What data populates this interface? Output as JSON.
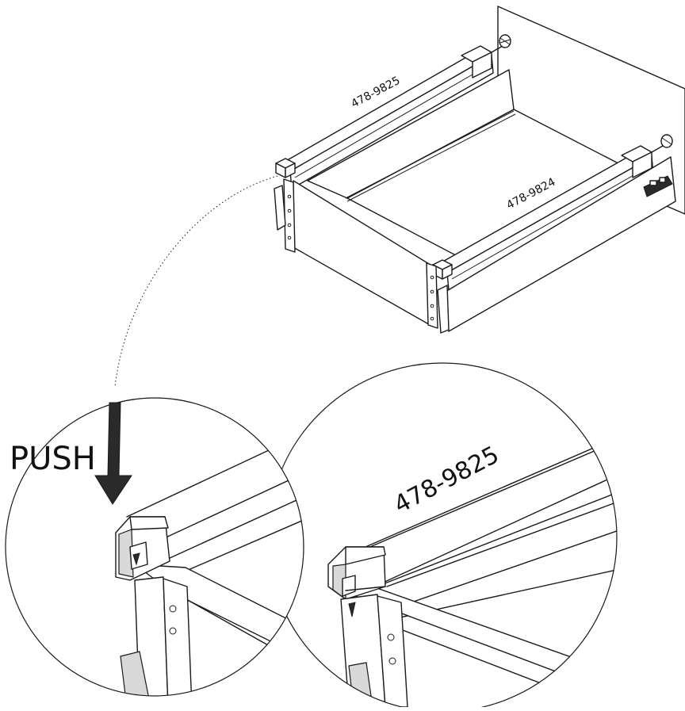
{
  "labels": {
    "rail_top_part_no": "478-9825",
    "rail_bottom_part_no": "478-9824",
    "detail_push_text": "PUSH",
    "detail_part_no": "478-9825"
  },
  "colors": {
    "line": "#1a1a1a",
    "background": "#ffffff",
    "arrow": "#2a2a2a"
  },
  "icons": {
    "push_arrow": "arrow-down-icon",
    "callout_leader": "dotted-leader-line"
  }
}
